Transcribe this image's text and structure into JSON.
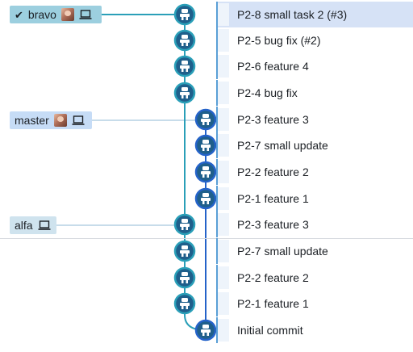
{
  "refs": [
    {
      "name": "bravo",
      "current": true,
      "avatar": true,
      "laptop": true
    },
    {
      "name": "master",
      "current": false,
      "avatar": true,
      "laptop": true
    },
    {
      "name": "alfa",
      "current": false,
      "avatar": false,
      "laptop": true
    }
  ],
  "commits": [
    {
      "message": "P2-8 small task 2 (#3)",
      "lane": 0,
      "selected": true
    },
    {
      "message": "P2-5 bug fix (#2)",
      "lane": 0
    },
    {
      "message": "P2-6 feature 4",
      "lane": 0
    },
    {
      "message": "P2-4 bug fix",
      "lane": 0
    },
    {
      "message": "P2-3 feature 3",
      "lane": 1
    },
    {
      "message": "P2-7 small update",
      "lane": 1
    },
    {
      "message": "P2-2 feature 2",
      "lane": 1
    },
    {
      "message": "P2-1 feature 1",
      "lane": 1
    },
    {
      "message": "P2-3 feature 3",
      "lane": 0
    },
    {
      "message": "P2-7 small update",
      "lane": 0
    },
    {
      "message": "P2-2 feature 2",
      "lane": 0
    },
    {
      "message": "P2-1 feature 1",
      "lane": 0
    },
    {
      "message": "Initial commit",
      "lane": 1
    }
  ],
  "colors": {
    "lane0": "#2a9fb8",
    "lane1": "#2563c9",
    "node_fill": "#1f5f8b",
    "node_glyph": "#ffffff",
    "ref_line": "#8fb8d6"
  },
  "icons": [
    "check-icon",
    "avatar",
    "laptop-icon",
    "commit-node-icon"
  ]
}
